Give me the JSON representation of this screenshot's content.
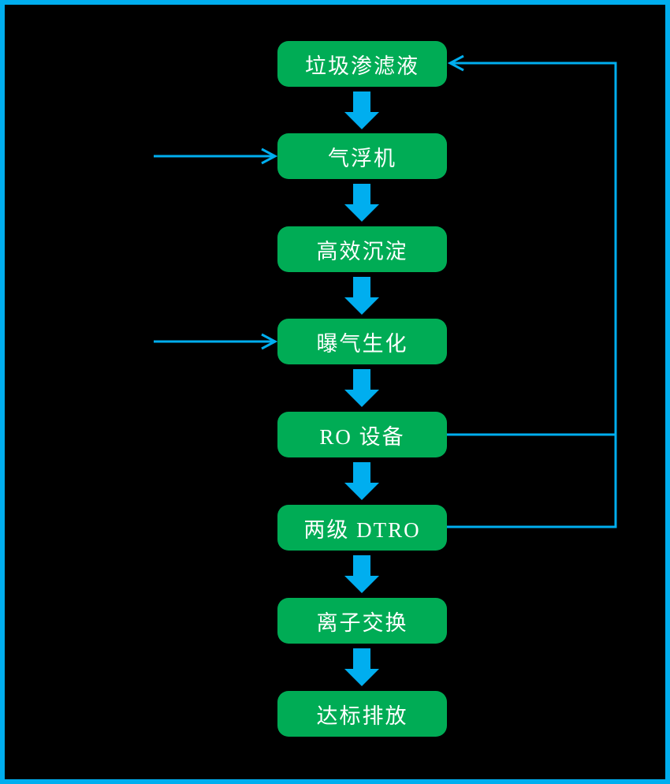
{
  "diagram": {
    "type": "flowchart",
    "nodes": [
      {
        "id": "leachate",
        "label": "垃圾渗滤液"
      },
      {
        "id": "air-flotation",
        "label": "气浮机"
      },
      {
        "id": "sedimentation",
        "label": "高效沉淀"
      },
      {
        "id": "aeration",
        "label": "曝气生化"
      },
      {
        "id": "ro",
        "label": "RO 设备"
      },
      {
        "id": "dtro",
        "label": "两级 DTRO"
      },
      {
        "id": "ion-exchange",
        "label": "离子交换"
      },
      {
        "id": "discharge",
        "label": "达标排放"
      }
    ],
    "edges": [
      {
        "from": "垃圾渗滤液",
        "to": "气浮机",
        "type": "block-arrow-down"
      },
      {
        "from": "气浮机",
        "to": "高效沉淀",
        "type": "block-arrow-down"
      },
      {
        "from": "高效沉淀",
        "to": "曝气生化",
        "type": "block-arrow-down"
      },
      {
        "from": "曝气生化",
        "to": "RO 设备",
        "type": "block-arrow-down"
      },
      {
        "from": "RO 设备",
        "to": "两级 DTRO",
        "type": "block-arrow-down"
      },
      {
        "from": "两级 DTRO",
        "to": "离子交换",
        "type": "block-arrow-down"
      },
      {
        "from": "离子交换",
        "to": "达标排放",
        "type": "block-arrow-down"
      },
      {
        "from": "RO 设备",
        "to": "垃圾渗滤液",
        "type": "feedback-line-right"
      },
      {
        "from": "两级 DTRO",
        "to": "垃圾渗滤液",
        "type": "feedback-line-right"
      },
      {
        "from": null,
        "to": "气浮机",
        "type": "input-arrow-left"
      },
      {
        "from": null,
        "to": "曝气生化",
        "type": "input-arrow-left"
      }
    ],
    "colors": {
      "node_fill": "#00AC55",
      "node_text": "#FFFFFF",
      "arrow": "#00AEEF",
      "frame_border": "#00AEEF",
      "background": "#000000"
    }
  }
}
